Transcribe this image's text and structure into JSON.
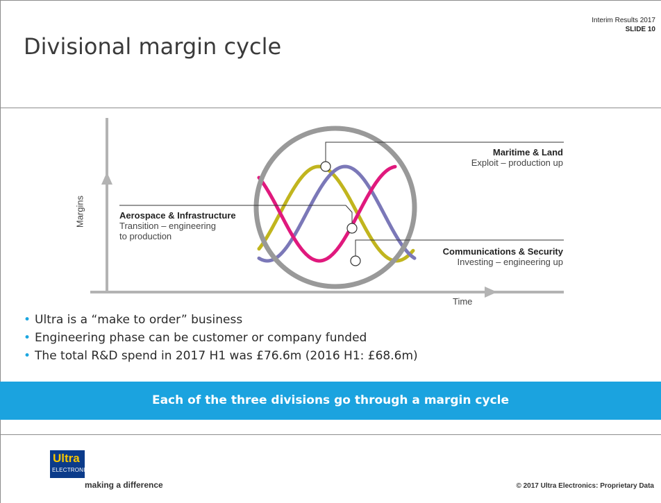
{
  "header": {
    "title": "Divisional margin cycle",
    "report": "Interim Results 2017",
    "slide": "SLIDE 10"
  },
  "diagram": {
    "y_axis_label": "Margins",
    "x_axis_label": "Time",
    "labels": {
      "maritime": {
        "heading": "Maritime & Land",
        "text": "Exploit – production up"
      },
      "aerospace": {
        "heading": "Aerospace & Infrastructure",
        "line1": "Transition – engineering",
        "line2": "to production"
      },
      "comms": {
        "heading": "Communications & Security",
        "text": "Investing – engineering up"
      }
    },
    "colors": {
      "maritime_curve": "#e0197d",
      "comms_curve": "#7b78b8",
      "aerospace_curve": "#c1b51e",
      "circle": "#999999",
      "axis": "#b3b3b3"
    }
  },
  "bullets": [
    "Ultra is a “make to order” business",
    "Engineering phase can be customer or company funded",
    "The total R&D spend in 2017 H1 was £76.6m (2016 H1: £68.6m)"
  ],
  "banner": "Each of the three divisions go through a margin cycle",
  "footer": {
    "logo_line1": "Ultra",
    "logo_line2": "ELECTRONICS",
    "tagline": "making a difference",
    "copyright": "© 2017 Ultra Electronics: Proprietary Data"
  }
}
